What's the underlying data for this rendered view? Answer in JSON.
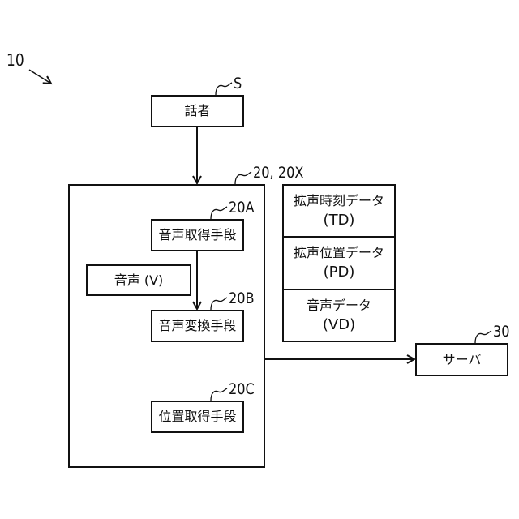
{
  "figure_ref": "10",
  "speaker": {
    "label": "話者",
    "ref": "S"
  },
  "terminal": {
    "ref": "20, 20X"
  },
  "voice_acquisition": {
    "label": "音声取得手段",
    "ref": "20A"
  },
  "voice_input": {
    "label": "音声 (V)"
  },
  "voice_conversion": {
    "label": "音声変換手段",
    "ref": "20B"
  },
  "position_acquisition": {
    "label": "位置取得手段",
    "ref": "20C"
  },
  "data_items": [
    {
      "label": "拡声時刻データ",
      "abbr": "(TD)"
    },
    {
      "label": "拡声位置データ",
      "abbr": "(PD)"
    },
    {
      "label": "音声データ",
      "abbr": "(VD)"
    }
  ],
  "server": {
    "label": "サーバ",
    "ref": "30"
  }
}
